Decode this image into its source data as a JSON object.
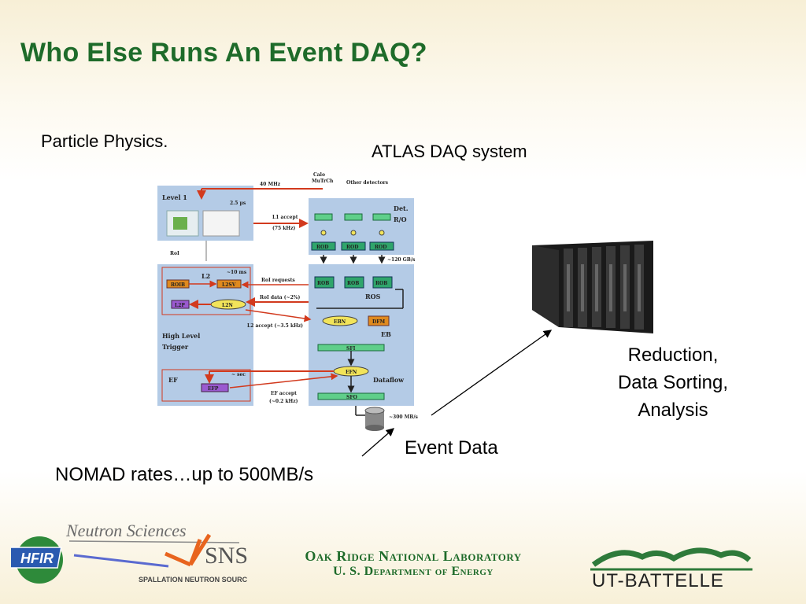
{
  "title": "Who Else Runs An Event DAQ?",
  "subtitle": "Particle Physics.",
  "diagram_caption": "ATLAS DAQ system",
  "rack_label_lines": [
    "Reduction,",
    "Data Sorting,",
    "Analysis"
  ],
  "event_data_label": "Event Data",
  "rates_label": "NOMAD rates…up to 500MB/s",
  "diagram": {
    "level1": "Level 1",
    "l1_time": "2.5 µs",
    "calo": "Calo",
    "mutrch": "MuTrCh",
    "other_detectors": "Other detectors",
    "rate_40mhz": "40 MHz",
    "l1_accept": "L1 accept",
    "l1_accept_rate": "(75 kHz)",
    "det": "Det.",
    "ro": "R/O",
    "rod": "ROD",
    "rate_120": "~120 GB/s",
    "roi": "RoI",
    "l2_time": "~10 ms",
    "l2": "L2",
    "roib": "ROIB",
    "l2sv": "L2SV",
    "l2p": "L2P",
    "l2n": "L2N",
    "roi_requests": "RoI requests",
    "roi_data": "RoI data (~2%)",
    "rob": "ROB",
    "ros": "ROS",
    "l2_accept": "L2 accept (~3.5 kHz)",
    "ebn": "EBN",
    "dfm": "DFM",
    "eb": "EB",
    "sfi": "SFI",
    "high_level": "High Level",
    "trigger": "Trigger",
    "ef": "EF",
    "ef_time": "~ sec",
    "efp": "EFP",
    "efn": "EFN",
    "dataflow": "Dataflow",
    "ef_accept": "EF accept",
    "ef_accept_rate": "(~0.2 kHz)",
    "sfo": "SFO",
    "rate_300": "~300 MB/s"
  },
  "footer": {
    "ornl_line1": "Oak Ridge National Laboratory",
    "ornl_line2": "U. S. Department of Energy",
    "neutron_sciences": "Neutron Sciences",
    "hfir": "HFIR",
    "sns": "SNS",
    "sns_full": "SPALLATION NEUTRON SOURCE",
    "ut_battelle": "UT-BATTELLE"
  },
  "colors": {
    "title_green": "#1e6b2a",
    "diagram_blue": "#b4cbe6",
    "arrow_red": "#d23a1e",
    "rob_green": "#2fa56b",
    "roib_orange": "#e08a1e",
    "l2p_purple": "#9a5ad0",
    "efn_yellow": "#f2e45a"
  }
}
